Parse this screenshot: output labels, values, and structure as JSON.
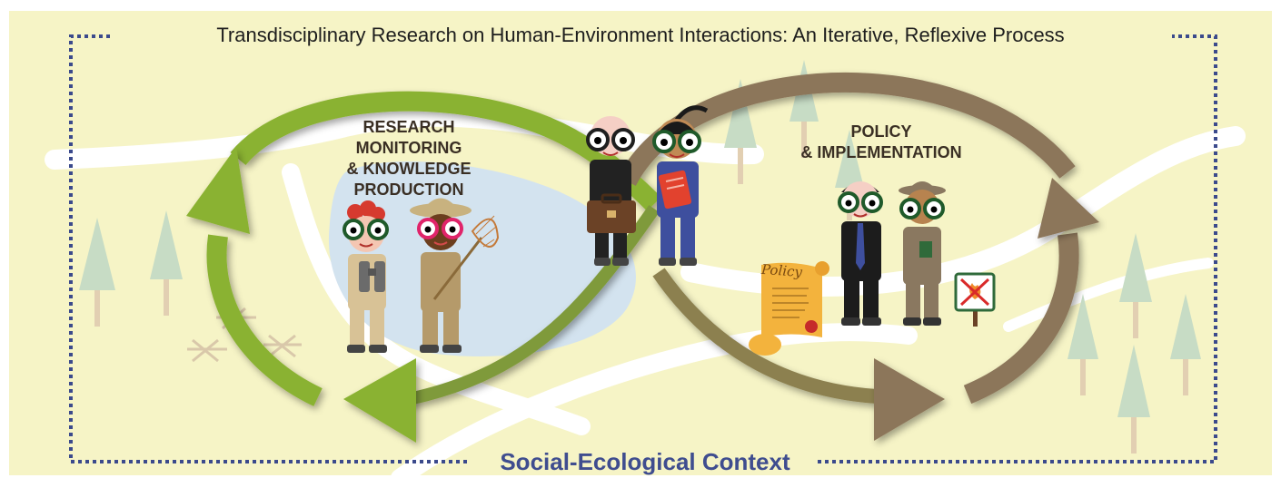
{
  "title": "Transdisciplinary Research on Human-Environment Interactions: An Iterative, Reflexive Process",
  "research_label": [
    "RESEARCH",
    "MONITORING",
    "& KNOWLEDGE",
    "PRODUCTION"
  ],
  "policy_label": [
    "POLICY",
    "& IMPLEMENTATION"
  ],
  "context_label": "Social-Ecological Context",
  "scroll_word": "Policy",
  "colors": {
    "background": "#f6f4c6",
    "border": "#3b4a8c",
    "green_arrow": "#8ab233",
    "brown_arrow": "#8c765a",
    "pond": "#d3e3ef",
    "path": "#ffffff",
    "tree": "#c7dcc5"
  },
  "icons": [
    "binoculars-icon",
    "butterfly-net-icon",
    "briefcase-icon",
    "clipboard-icon",
    "policy-scroll-icon",
    "no-fire-sign-icon",
    "pine-tree-icon"
  ]
}
